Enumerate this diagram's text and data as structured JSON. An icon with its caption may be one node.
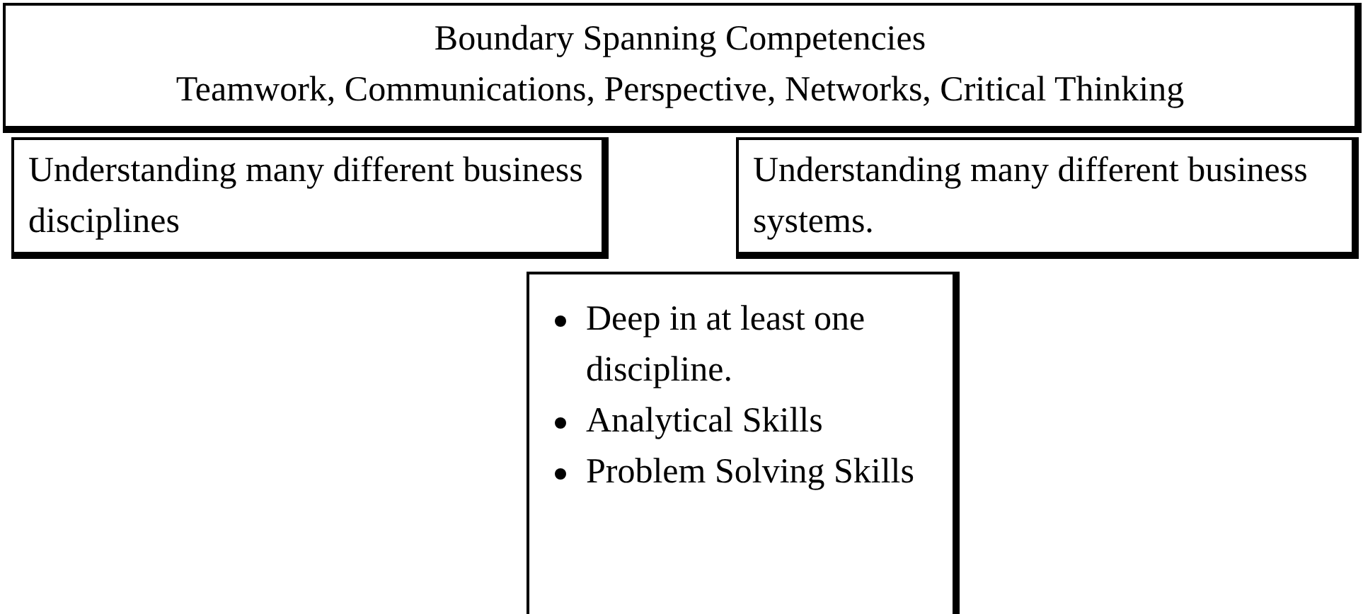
{
  "diagram": {
    "nodes": [
      {
        "text": [
          "Boundary Spanning Competencies",
          "Teamwork, Communications, Perspective, Networks, Critical Thinking"
        ]
      },
      {
        "text": [
          "Understanding many different business disciplines"
        ]
      },
      {
        "text": [
          "Understanding many different business systems."
        ]
      },
      {
        "text": [
          "Deep in at least one discipline.",
          "Analytical Skills",
          "Problem Solving Skills"
        ]
      }
    ]
  }
}
